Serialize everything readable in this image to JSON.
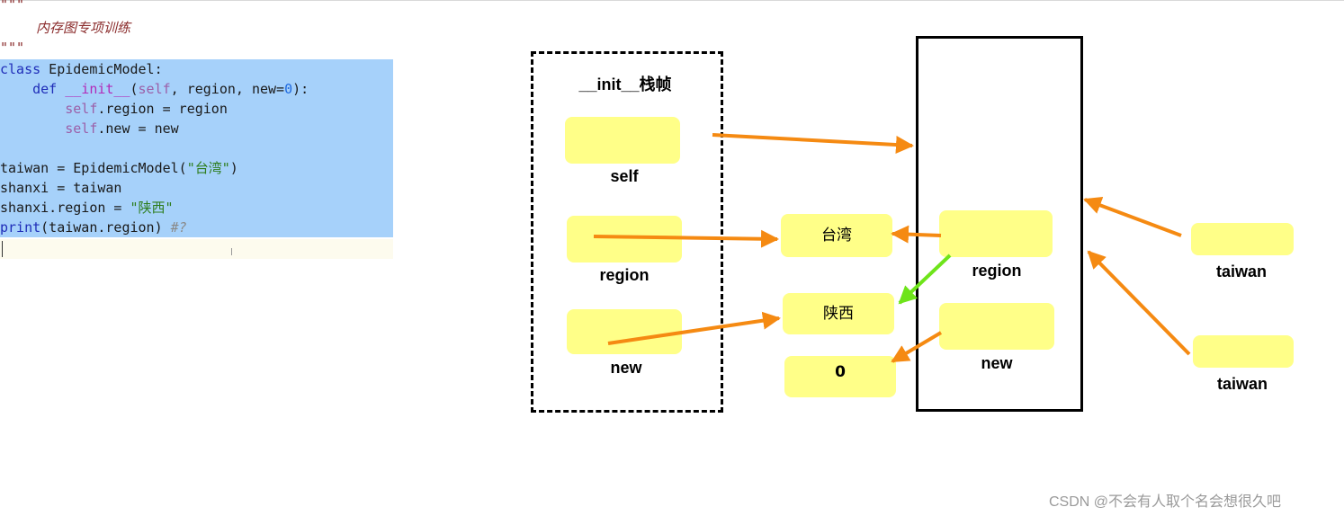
{
  "code": {
    "doc_open": "\"\"\"",
    "doc_text": "内存图专项训练",
    "doc_close": "\"\"\"",
    "kw_class": "class",
    "class_rest": " EpidemicModel:",
    "kw_def": "def",
    "fn_init": "__init__",
    "paren_open": "(",
    "self1": "self",
    "params_rest": ", region, new=",
    "zero": "0",
    "params_end": "):",
    "self2": "self",
    "assign_region": ".region = region",
    "self3": "self",
    "assign_new": ".new = new",
    "taiwan_pre": "taiwan = EpidemicModel(",
    "taiwan_str": "\"台湾\"",
    "taiwan_post": ")",
    "shanxi_assign": "shanxi = taiwan",
    "shanxi_region_pre": "shanxi.region = ",
    "shanxi_str": "\"陕西\"",
    "print_kw": "print",
    "print_rest": "(taiwan.region) ",
    "comment": "#?"
  },
  "diagram": {
    "frame_title": "__init__栈帧",
    "stack_labels": {
      "self": "self",
      "region": "region",
      "new": "new"
    },
    "values": {
      "taiwan_str": "台湾",
      "shaanxi_str": "陕西",
      "zero": "0"
    },
    "object_labels": {
      "region": "region",
      "new": "new"
    },
    "ref_labels": {
      "taiwan": "taiwan",
      "taiwan2": "taiwan"
    }
  },
  "colors": {
    "arrow": "#f58a12",
    "arrow_changed": "#6ee41a",
    "box": "#ffff88",
    "selection": "#a6d1fa"
  },
  "watermark": "CSDN @不会有人取个名会想很久吧"
}
